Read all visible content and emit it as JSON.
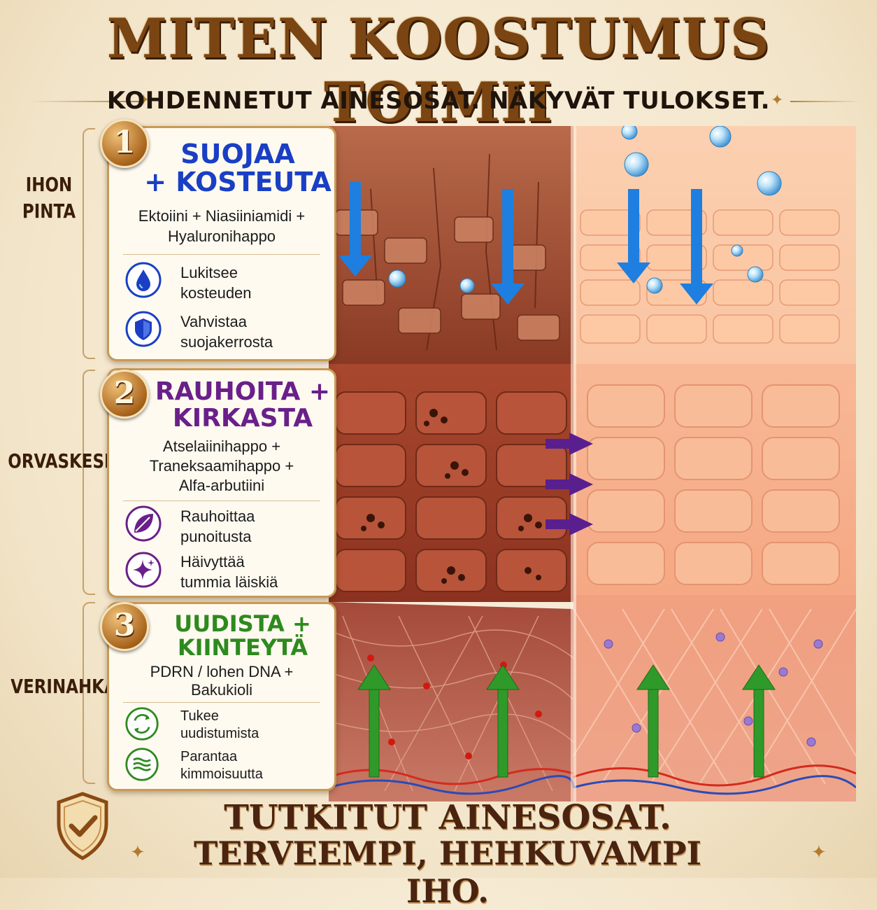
{
  "title": "MITEN KOOSTUMUS TOIMII",
  "subtitle": "KOHDENNETUT AINESOSAT. NÄKYVÄT TULOKSET.",
  "layers": [
    {
      "line1": "IHON",
      "line2": "PINTA"
    },
    {
      "line1": "ORVASKESI",
      "line2": ""
    },
    {
      "line1": "VERINAHKA",
      "line2": ""
    }
  ],
  "cards": [
    {
      "number": "1",
      "title_line1": "SUOJAA",
      "title_line2": "+ KOSTEUTA",
      "color": "#1a3fc4",
      "ingredients_line1": "Ektoiini + Niasiiniamidi +",
      "ingredients_line2": "Hyaluronihappo",
      "ingredients_line3": "",
      "benefits": [
        {
          "icon": "water-drop-icon",
          "line1": "Lukitsee",
          "line2": "kosteuden"
        },
        {
          "icon": "shield-icon",
          "line1": "Vahvistaa",
          "line2": "suojakerrosta"
        }
      ]
    },
    {
      "number": "2",
      "title_line1": "RAUHOITA +",
      "title_line2": "KIRKASTA",
      "color": "#6a1f8a",
      "ingredients_line1": "Atselaiinihappo +",
      "ingredients_line2": "Traneksaamihappo +",
      "ingredients_line3": "Alfa-arbutiini",
      "benefits": [
        {
          "icon": "leaf-icon",
          "line1": "Rauhoittaa",
          "line2": "punoitusta"
        },
        {
          "icon": "sparkle-icon",
          "line1": "Häivyttää",
          "line2": "tummia läiskiä"
        }
      ]
    },
    {
      "number": "3",
      "title_line1": "UUDISTA +",
      "title_line2": "KIINTEYTÄ",
      "color": "#2e8a1f",
      "ingredients_line1": "PDRN / lohen DNA +",
      "ingredients_line2": "Bakukioli",
      "ingredients_line3": "",
      "benefits": [
        {
          "icon": "renew-cycle-icon",
          "line1": "Tukee",
          "line2": "uudistumista"
        },
        {
          "icon": "wave-icon",
          "line1": "Parantaa",
          "line2": "kimmoisuutta"
        }
      ]
    }
  ],
  "footer": {
    "line1": "TUTKITUT AINESOSAT.",
    "line2": "TERVEEMPI, HEHKUVAMPI IHO."
  },
  "colors": {
    "damaged_skin": "#a8482e",
    "healthy_skin": "#f6b48c",
    "moisture_arrow": "#1e7fe0",
    "soothe_arrow": "#5a1f8e",
    "renew_arrow": "#2f9a2a"
  }
}
